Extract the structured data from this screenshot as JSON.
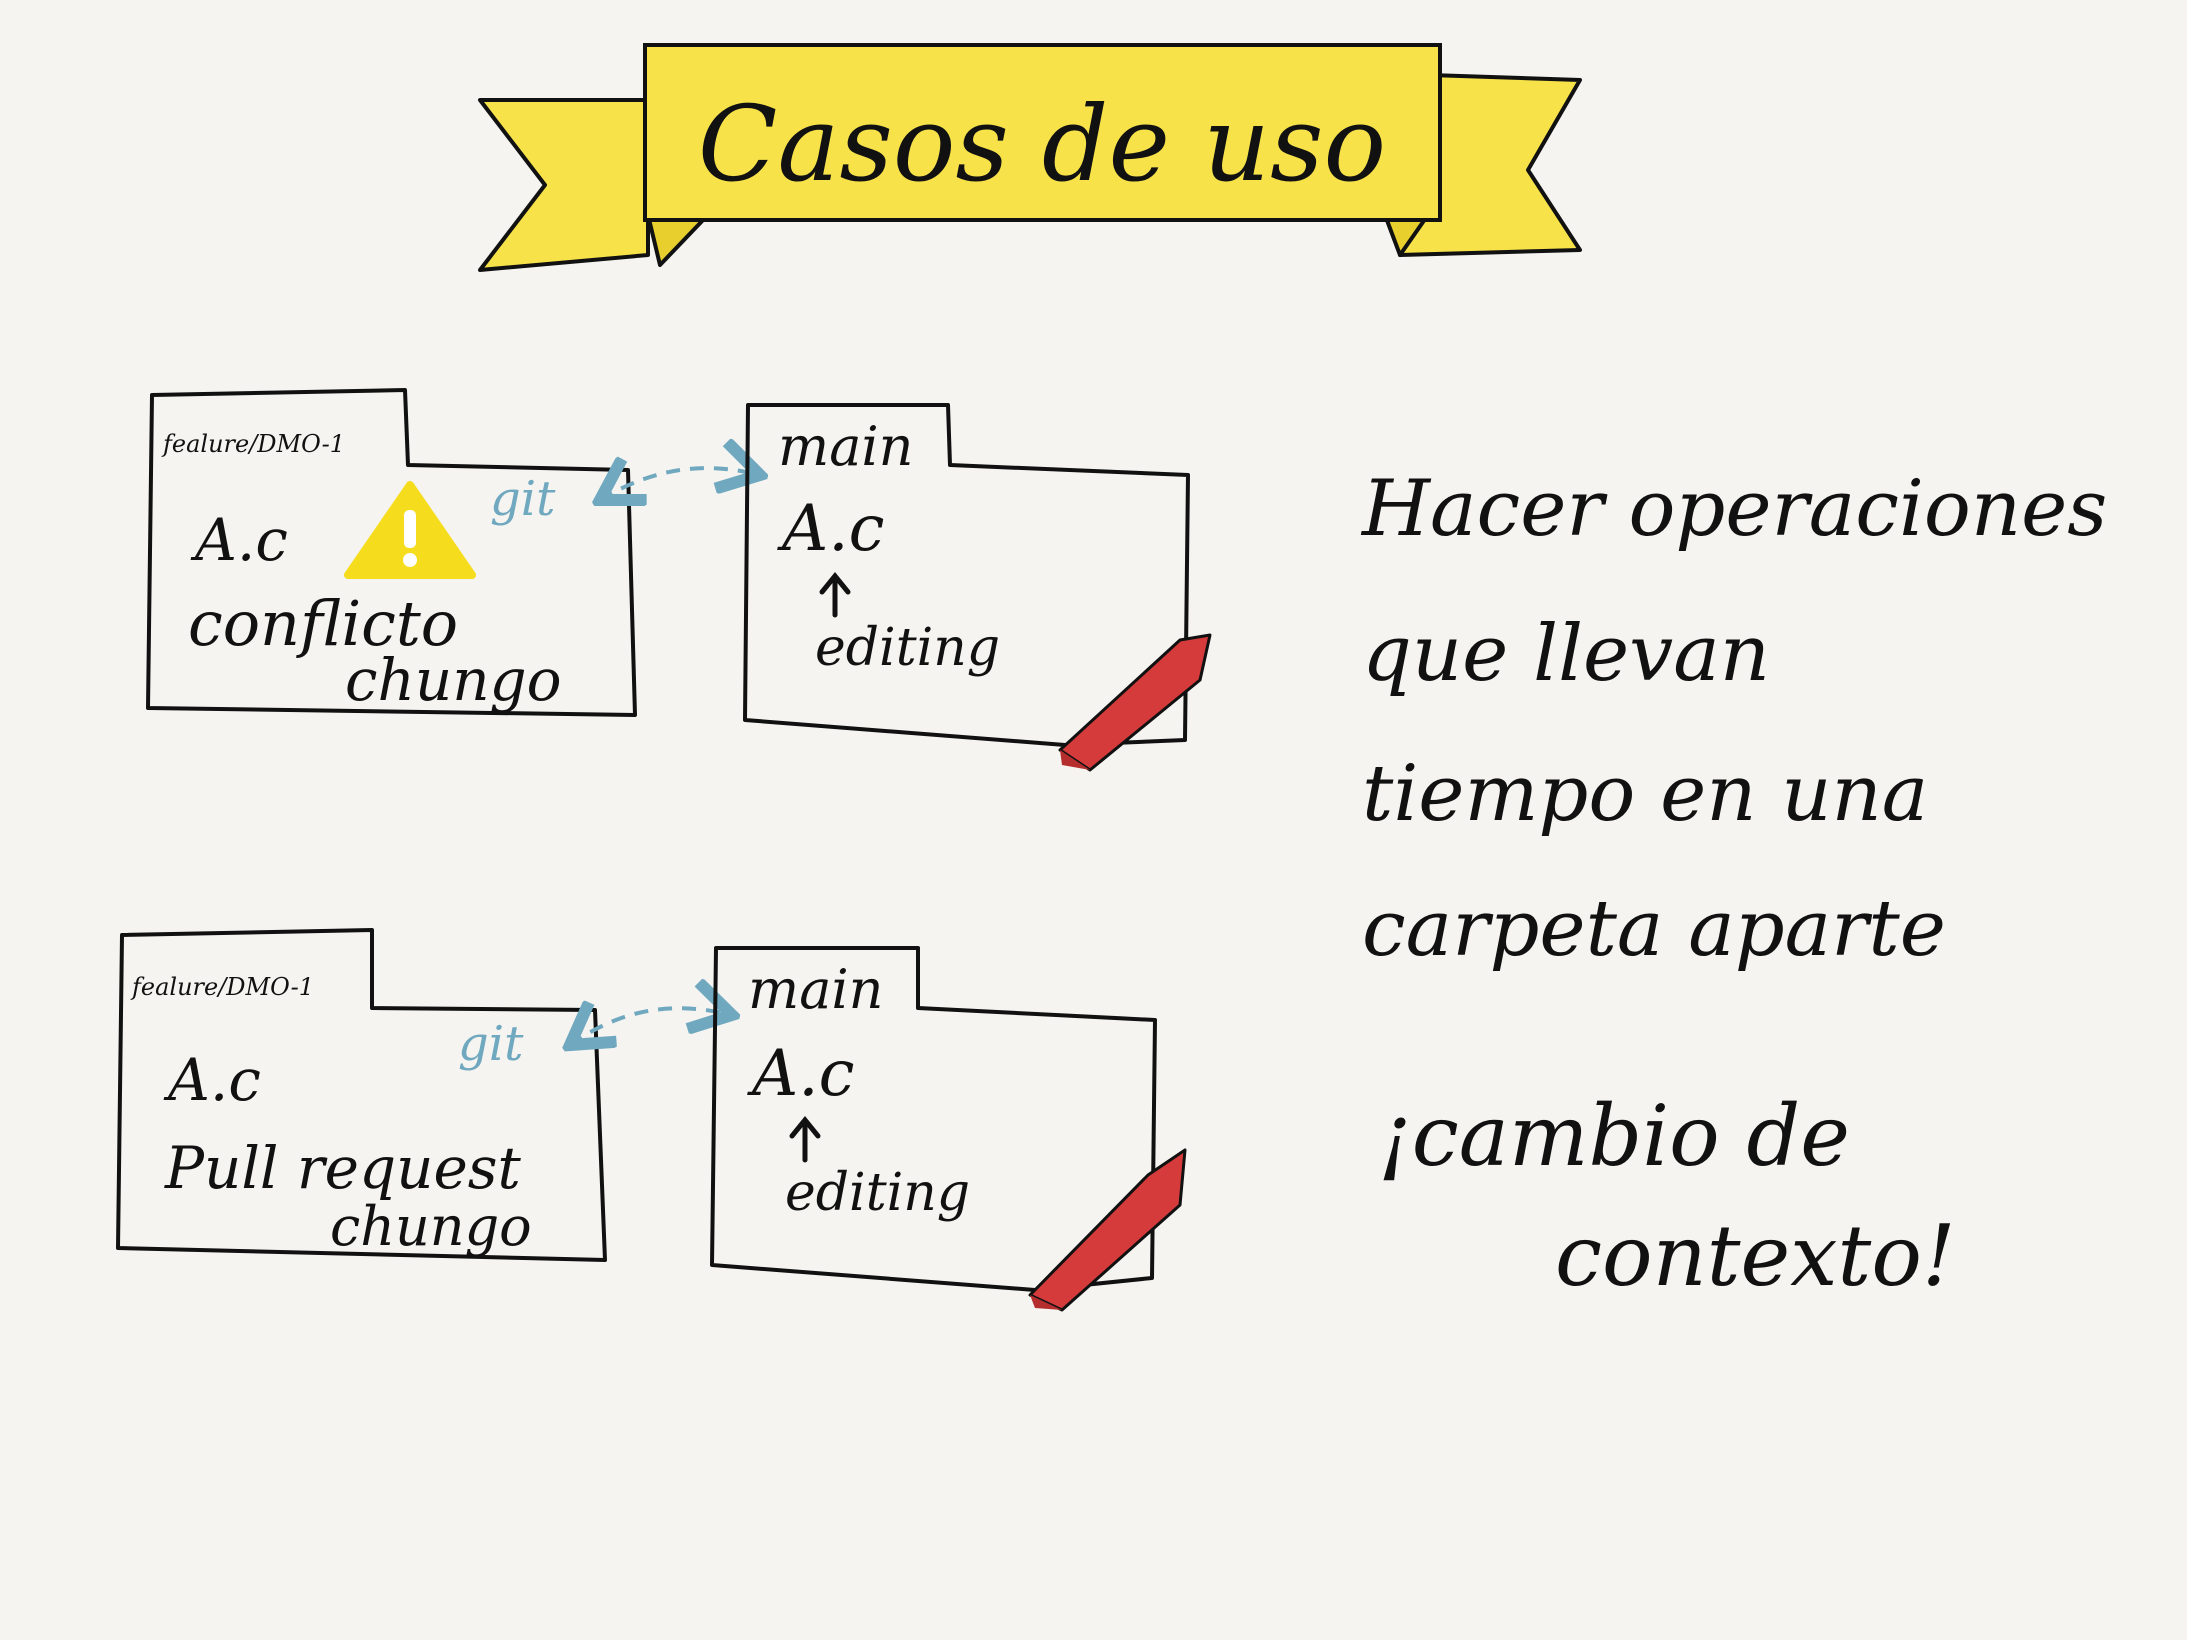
{
  "banner": {
    "title": "Casos de uso",
    "color": "#f7e24a"
  },
  "scenario_1": {
    "left_folder": {
      "tab_label": "fealure/DMO-1",
      "file": "A.c",
      "note_line_1": "conflicto",
      "note_line_2": "chungo",
      "warning_icon": "warning-icon"
    },
    "link_label": "git",
    "right_folder": {
      "tab_label": "main",
      "file": "A.c",
      "status": "editing"
    }
  },
  "scenario_2": {
    "left_folder": {
      "tab_label": "fealure/DMO-1",
      "file": "A.c",
      "note_line_1": "Pull request",
      "note_line_2": "chungo"
    },
    "link_label": "git",
    "right_folder": {
      "tab_label": "main",
      "file": "A.c",
      "status": "editing"
    }
  },
  "description": {
    "line_1": "Hacer operaciones",
    "line_2": "que llevan",
    "line_3": "tiempo en una",
    "line_4": "carpeta aparte"
  },
  "exclamation": {
    "line_1": "¡cambio de",
    "line_2": "contexto!"
  },
  "colors": {
    "banner": "#f7e24a",
    "git_link": "#6fa8bf",
    "warning": "#f5dc1c",
    "pencil": "#d63b3b"
  }
}
